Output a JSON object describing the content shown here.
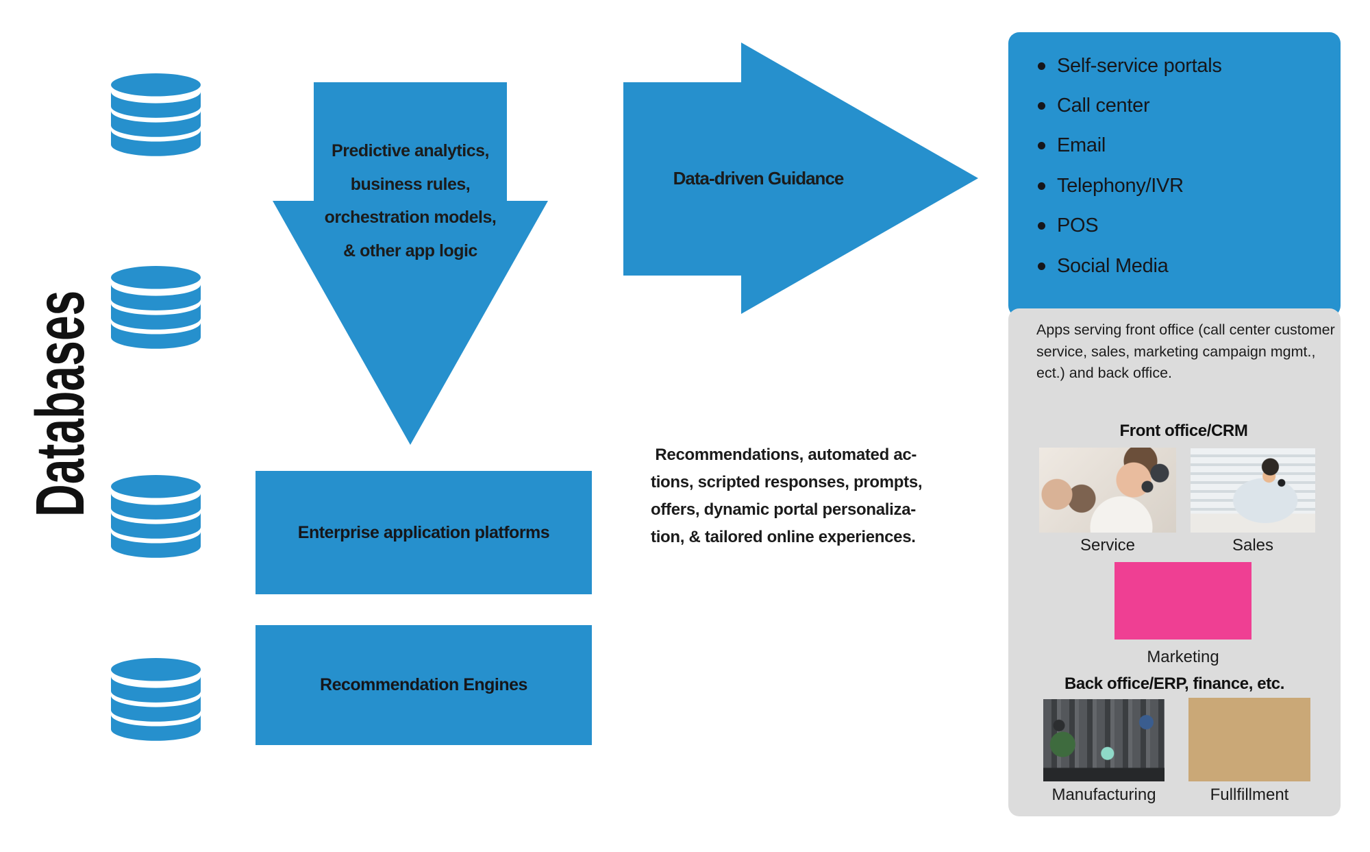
{
  "title": "Databases",
  "flow": {
    "down_arrow_lines": [
      "Predictive analytics,",
      "business rules,",
      "orchestration models,",
      "& other app logic"
    ],
    "right_arrow_label": "Data-driven Guidance",
    "enterprise_box_label": "Enterprise application platforms",
    "recommendation_box_label": "Recommendation Engines",
    "outcomes_lines": [
      " Recommendations, automated ac-",
      "tions, scripted responses, prompts,",
      "offers, dynamic portal personaliza-",
      "tion, & tailored online experiences."
    ]
  },
  "channels_panel": {
    "items": [
      "Self-service portals",
      "Call center",
      "Email",
      "Telephony/IVR",
      "POS",
      "Social Media"
    ]
  },
  "apps_panel": {
    "description": "Apps serving front office (call center customer service, sales, marketing campaign mgmt., ect.) and back office.",
    "front_office_heading": "Front office/CRM",
    "back_office_heading": "Back office/ERP, finance, etc.",
    "photos": [
      {
        "caption": "Service"
      },
      {
        "caption": "Sales"
      },
      {
        "caption": "Marketing"
      },
      {
        "caption": "Manufacturing"
      },
      {
        "caption": "Fullfillment"
      }
    ]
  },
  "colors": {
    "blue": "#2690CD",
    "panel_gray": "#DCDCDC",
    "text_dark": "#1B1B1B"
  }
}
